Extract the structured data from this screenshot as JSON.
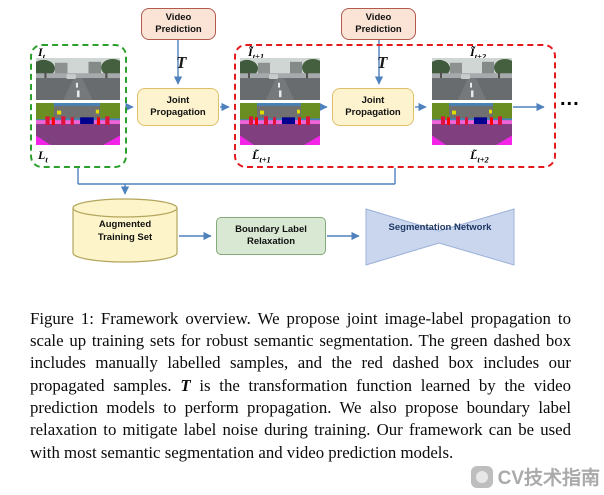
{
  "diagram": {
    "video_prediction": "Video Prediction",
    "joint_propagation": "Joint Propagation",
    "transform_symbol": "T",
    "ellipsis": "...",
    "labels": {
      "it": {
        "base": "I",
        "sub": "t"
      },
      "lt": {
        "base": "L",
        "sub": "t"
      },
      "it1": {
        "base": "Ĩ",
        "sub": "t+1"
      },
      "lt1": {
        "base": "L̃",
        "sub": "t+1"
      },
      "it2": {
        "base": "Ĩ",
        "sub": "t+2"
      },
      "lt2": {
        "base": "L̃",
        "sub": "t+2"
      }
    },
    "augmented_training_set": "Augmented Training Set",
    "boundary_label_relaxation": "Boundary Label Relaxation",
    "segmentation_network": "Segmentation Network"
  },
  "caption": {
    "part1": "Figure 1: Framework overview. We propose joint image-label propagation to scale up training sets for robust semantic segmentation. The green dashed box includes manually labelled samples, and the red dashed box includes our propagated samples. ",
    "transform_symbol": "T",
    "part2": " is the transformation function learned by the video prediction models to perform propagation. We also propose boundary label relaxation to mitigate label noise during training. Our framework can be used with most semantic segmentation and video prediction models."
  },
  "watermark": "CV技术指南",
  "colors": {
    "arrow": "#4f81bd",
    "green_box": "#2ca02c",
    "red_box": "#e31a1c",
    "vp_bg": "#fbe4d5",
    "vp_border": "#b15a4e",
    "jp_bg": "#fdf3ce",
    "jp_border": "#dfc06a",
    "cyl_bg": "#fdf5c9",
    "cyl_border": "#b3a55c",
    "blr_bg": "#d9e8d2",
    "blr_border": "#84ab7a",
    "net_fill": "#c9d6ee",
    "net_edge": "#9ab0d8",
    "net_text": "#1f3864"
  }
}
